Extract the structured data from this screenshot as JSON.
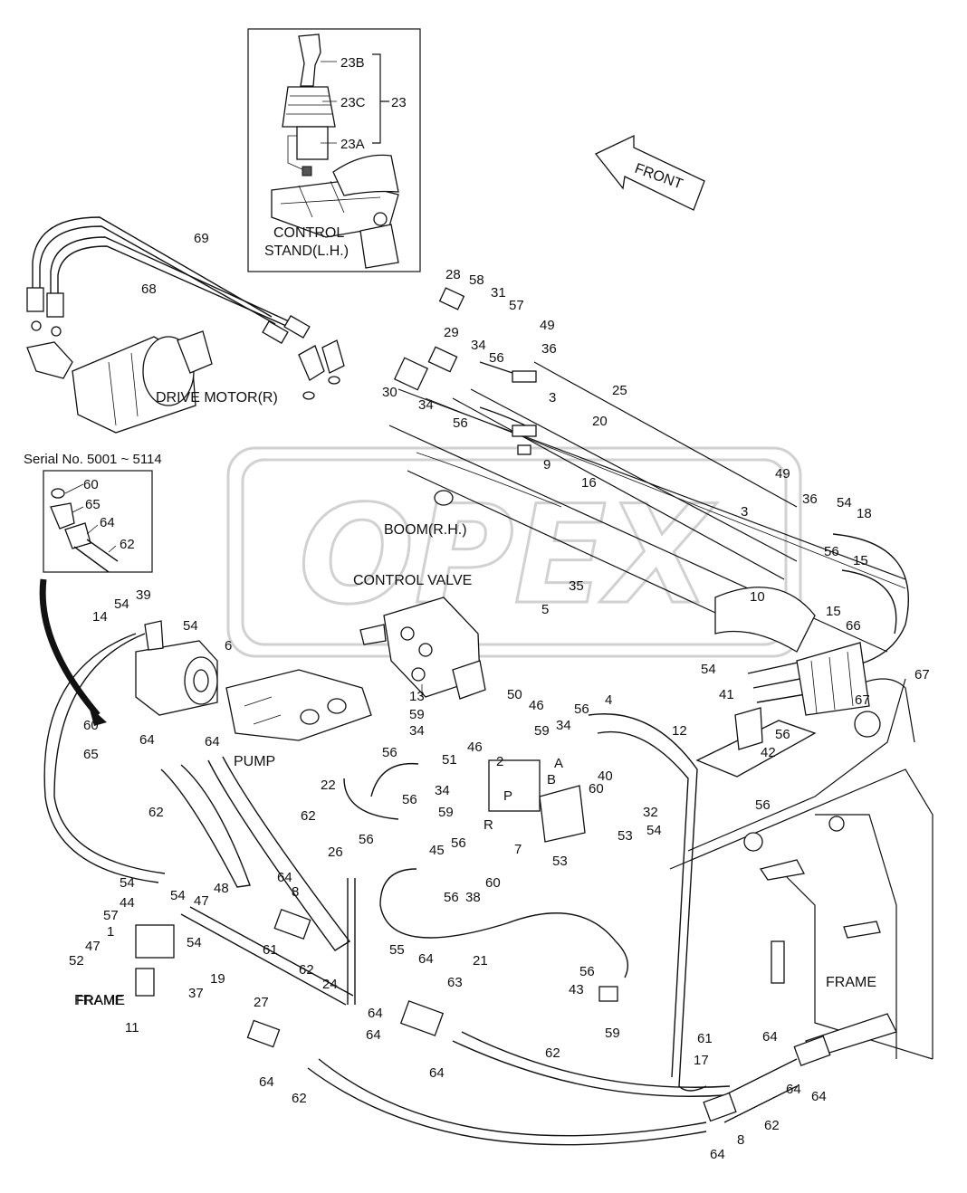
{
  "watermark": "OPEX",
  "captions": {
    "control_stand": [
      "CONTROL",
      "STAND(L.H.)"
    ],
    "front": "FRONT",
    "drive_motor": "DRIVE MOTOR(R)",
    "serial": "Serial No. 5001 ~ 5114",
    "boom": "BOOM(R.H.)",
    "control_valve": "CONTROL VALVE",
    "pump": "PUMP",
    "frame_left": "FRAME",
    "frame_right": "FRAME",
    "port_a": "A",
    "port_b": "B",
    "port_p": "P",
    "port_r": "R"
  },
  "labels": [
    "23B",
    "23C",
    "23",
    "23A",
    "69",
    "68",
    "60",
    "65",
    "64",
    "62",
    "28",
    "58",
    "31",
    "57",
    "49",
    "36",
    "29",
    "34",
    "56",
    "30",
    "34",
    "56",
    "3",
    "25",
    "20",
    "9",
    "16",
    "49",
    "36",
    "54",
    "18",
    "3",
    "56",
    "15",
    "15",
    "10",
    "66",
    "67",
    "67",
    "35",
    "5",
    "54",
    "41",
    "12",
    "56",
    "42",
    "54",
    "39",
    "14",
    "54",
    "6",
    "60",
    "64",
    "65",
    "64",
    "62",
    "62",
    "13",
    "59",
    "34",
    "56",
    "50",
    "46",
    "59",
    "34",
    "56",
    "4",
    "40",
    "60",
    "2",
    "51",
    "46",
    "A",
    "B",
    "P",
    "53",
    "7",
    "53",
    "22",
    "56",
    "34",
    "59",
    "45",
    "56",
    "26",
    "56",
    "R",
    "60",
    "56",
    "38",
    "32",
    "54",
    "56",
    "54",
    "44",
    "54",
    "48",
    "47",
    "8",
    "57",
    "1",
    "61",
    "54",
    "52",
    "47",
    "19",
    "37",
    "FRAME",
    "11",
    "27",
    "64",
    "62",
    "55",
    "24",
    "64",
    "64",
    "21",
    "63",
    "64",
    "64",
    "56",
    "43",
    "59",
    "64",
    "62",
    "62",
    "17",
    "61",
    "64",
    "64",
    "62",
    "64",
    "8",
    "64"
  ]
}
